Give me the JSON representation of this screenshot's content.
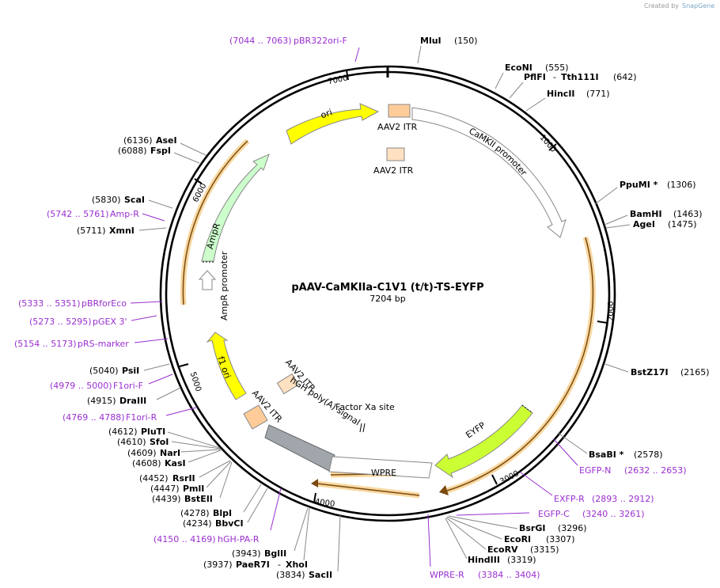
{
  "credit": {
    "prefix": "Created by",
    "brand": "SnapGene"
  },
  "title": "pAAV-CaMKIIa-C1V1 (t/t)-TS-EYFP",
  "subtitle": "7204 bp",
  "colors": {
    "primer": "#9a2fd0",
    "ori": "#ffff00",
    "amp": "#ccffcc",
    "itr": "#ffcc99",
    "eyfp": "#ccff33",
    "wpre": "#ffffff",
    "polyA": "#a0a6ab",
    "orf": "#f0b060"
  },
  "ticks": [
    {
      "label": "1000",
      "pos": 1000
    },
    {
      "label": "2000",
      "pos": 2000
    },
    {
      "label": "3000",
      "pos": 3000
    },
    {
      "label": "4000",
      "pos": 4000
    },
    {
      "label": "5000",
      "pos": 5000
    },
    {
      "label": "6000",
      "pos": 6000
    },
    {
      "label": "7000",
      "pos": 7000
    }
  ],
  "enzymes_right": [
    {
      "name": "MluI",
      "pos": "(150)"
    },
    {
      "name": "EcoNI",
      "pos": "(555)"
    },
    {
      "name": "PflFI",
      "sep": "- ",
      "name2": "Tth111I",
      "pos": "(642)"
    },
    {
      "name": "HincII",
      "pos": "(771)"
    },
    {
      "name": "PpuMI *",
      "pos": "(1306)"
    },
    {
      "name": "BamHI",
      "pos": "(1463)"
    },
    {
      "name": "AgeI",
      "pos": "(1475)"
    },
    {
      "name": "BstZ17I",
      "pos": "(2165)"
    },
    {
      "name": "BsaBI *",
      "pos": "(2578)"
    },
    {
      "name": "BsrGI",
      "pos": "(3296)"
    },
    {
      "name": "EcoRI",
      "pos": "(3307)"
    },
    {
      "name": "EcoRV",
      "pos": "(3315)"
    },
    {
      "name": "HindIII",
      "pos": "(3319)"
    }
  ],
  "enzymes_left": [
    {
      "name": "AseI",
      "pos": "(6136)"
    },
    {
      "name": "FspI",
      "pos": "(6088)"
    },
    {
      "name": "ScaI",
      "pos": "(5830)"
    },
    {
      "name": "XmnI",
      "pos": "(5711)"
    },
    {
      "name": "PsiI",
      "pos": "(5040)"
    },
    {
      "name": "DraIII",
      "pos": "(4915)"
    },
    {
      "name": "PluTI",
      "pos": "(4612)"
    },
    {
      "name": "SfoI",
      "pos": "(4610)"
    },
    {
      "name": "NarI",
      "pos": "(4609)"
    },
    {
      "name": "KasI",
      "pos": "(4608)"
    },
    {
      "name": "RsrII",
      "pos": "(4452)"
    },
    {
      "name": "PmlI",
      "pos": "(4447)"
    },
    {
      "name": "BstEII",
      "pos": "(4439)"
    },
    {
      "name": "BlpI",
      "pos": "(4278)"
    },
    {
      "name": "BbvCI",
      "pos": "(4234)"
    },
    {
      "name": "BglII",
      "pos": "(3943)"
    },
    {
      "name": "PaeR7I",
      "sep": "- ",
      "name2": "XhoI",
      "pos": "(3937)"
    },
    {
      "name": "SacII",
      "pos": "(3834)"
    }
  ],
  "primers": [
    {
      "range": "(7044 .. 7063)",
      "name": "pBR322ori-F"
    },
    {
      "range": "(5742 .. 5761)",
      "name": "Amp-R"
    },
    {
      "range": "(5333 .. 5351)",
      "name": "pBRforEco"
    },
    {
      "range": "(5273 .. 5295)",
      "name": "pGEX 3'"
    },
    {
      "range": "(5154 .. 5173)",
      "name": "pRS-marker"
    },
    {
      "range": "(4979 .. 5000)",
      "name": "F1ori-F"
    },
    {
      "range": "(4769 .. 4788)",
      "name": "F1ori-R"
    },
    {
      "range": "(4150 .. 4169)",
      "name": "hGH-PA-R"
    },
    {
      "range": "(2632 .. 2653)",
      "name": "EGFP-N"
    },
    {
      "range": "(2893 .. 2912)",
      "name": "EXFP-R"
    },
    {
      "range": "(3240 .. 3261)",
      "name": "EGFP-C"
    },
    {
      "range": "(3384 .. 3404)",
      "name": "WPRE-R"
    }
  ],
  "features": {
    "ori": "ori",
    "itr_top": "AAV2 ITR",
    "itr_top2": "AAV2 ITR",
    "camkii": "CaMKII promoter",
    "ampr": "AmpR",
    "ampr_promoter": "AmpR promoter",
    "f1ori": "f1 ori",
    "itr_bottom_in": "AAV2 ITR",
    "itr_bottom_out": "AAV2 ITR",
    "hgh": "hGH poly(A) signal",
    "factorxa": "Factor Xa site",
    "eyfp": "EYFP",
    "wpre": "WPRE"
  }
}
